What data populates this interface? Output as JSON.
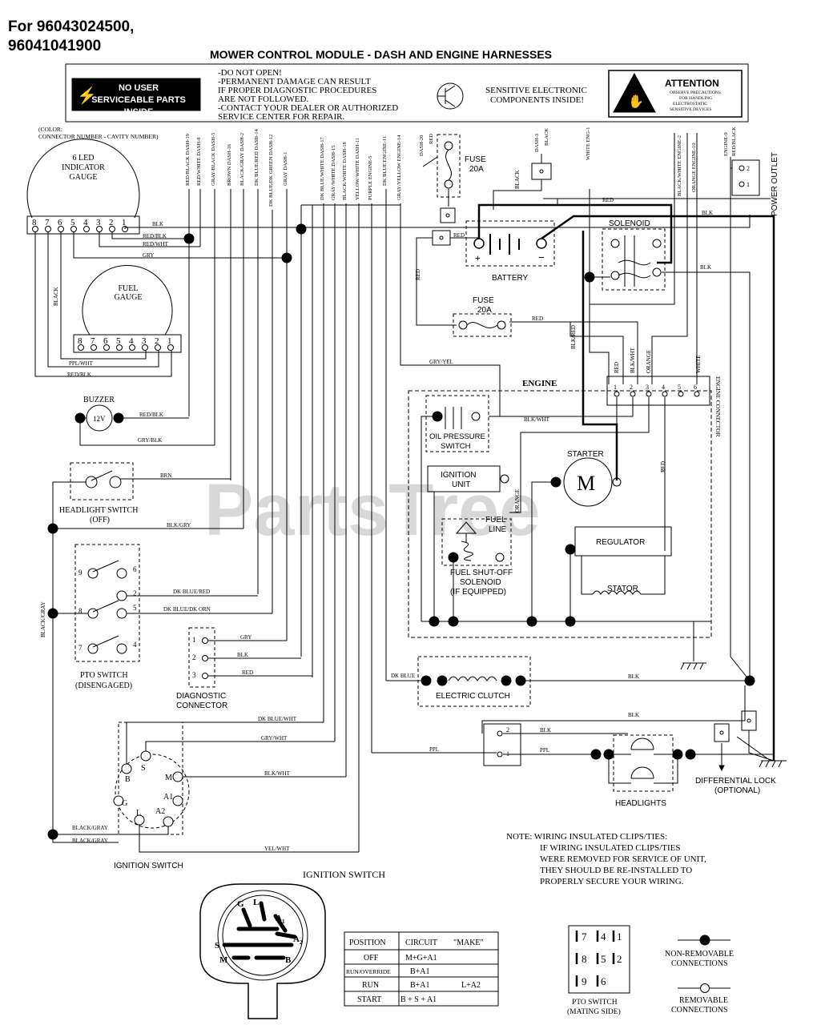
{
  "header": {
    "part_line1": "For 96043024500,",
    "part_line2": "96041041900",
    "title": "MOWER CONTROL MODULE - DASH AND ENGINE HARNESSES"
  },
  "warning_box": {
    "badge": "NO USER SERVICEABLE PARTS INSIDE",
    "text": [
      "-DO NOT OPEN!",
      "-PERMANENT DAMAGE CAN RESULT",
      " IF PROPER DIAGNOSTIC PROCEDURES",
      " ARE NOT FOLLOWED.",
      "-CONTACT YOUR DEALER OR AUTHORIZED",
      " SERVICE CENTER FOR REPAIR."
    ],
    "sensitive": [
      "SENSITIVE ELECTRONIC",
      "COMPONENTS INSIDE!"
    ],
    "attention_title": "ATTENTION",
    "attention_text": [
      "OBSERVE PRECAUTIONS",
      "FOR HANDLING",
      "ELECTROSTATIC",
      "SENSITIVE DEVICES"
    ]
  },
  "color_legend": [
    "(COLOR:",
    "CONNECTOR NUMBER - CAVITY NUMBER)"
  ],
  "harness_labels": [
    "RED/BLACK DASH-19",
    "RED/WHITE DASH-8",
    "GRAY/BLACK DASH-5",
    "BROWN DASH-16",
    "BLACK/GRAY DASH-2",
    "DK BLUE/RED DASH-14",
    "DK BLUE/DK GREEN DASH-12",
    "GRAY DASH-1",
    "DK BLUE/WHITE DASH-17",
    "GRAY/WHITE DASH-15",
    "BLACK/WHITE DASH-18",
    "YELLOW/WHITE DASH-11",
    "PURPLE ENGINE-5",
    "DK BLUE ENGINE-11",
    "GRAY/YELLOW ENGINE-14",
    "DASH-20",
    "RED",
    "DASH-3",
    "BLACK",
    "WHITE ENG-1",
    "BLACK/WHITE ENGINE-2",
    "ORANGE ENGINE-10",
    "ENGINE-9",
    "RED/BLACK"
  ],
  "components": {
    "led_gauge": "6 LED INDICATOR GAUGE",
    "fuel_gauge": "FUEL GAUGE",
    "buzzer": "BUZZER",
    "buzzer_v": "12V",
    "headlight_switch": "HEADLIGHT SWITCH",
    "headlight_state": "(OFF)",
    "pto_switch": "PTO SWITCH",
    "pto_state": "(DISENGAGED)",
    "diag_connector": "DIAGNOSTIC CONNECTOR",
    "ignition_switch": "IGNITION SWITCH",
    "fuse1": "FUSE",
    "fuse1_rating": "20A",
    "fuse2": "FUSE",
    "fuse2_rating": "20A",
    "battery": "BATTERY",
    "solenoid": "SOLENOID",
    "engine": "ENGINE",
    "engine_connector": "ENGINE CONNECTOR",
    "oil_pressure": "OIL PRESSURE SWITCH",
    "ignition_unit": "IGNITION UNIT",
    "starter": "STARTER",
    "starter_symbol": "M",
    "fuel_line": "FUEL LINE",
    "regulator": "REGULATOR",
    "stator": "STATOR",
    "fuel_shutoff": [
      "FUEL SHUT-OFF",
      "SOLENOID",
      "(IF EQUIPPED)"
    ],
    "electric_clutch": "ELECTRIC CLUTCH",
    "headlights": "HEADLIGHTS",
    "diff_lock": [
      "DIFFERENTIAL LOCK",
      "(OPTIONAL)"
    ],
    "power_outlet": "POWER OUTLET"
  },
  "wire_labels": {
    "blk": "BLK",
    "red_blk": "RED/BLK",
    "red_wht": "RED/WHT",
    "gry": "GRY",
    "ppl_wht": "PPL/WHT",
    "black": "BLACK",
    "brn": "BRN",
    "blk_gry": "BLK/GRY",
    "dk_blue_red": "DK BLUE/RED",
    "dk_blue_dk_orn": "DK BLUE/DK ORN",
    "black_gray": "BLACK/GRAY",
    "red": "RED",
    "dk_blue_wht": "DK BLUE/WHT",
    "gry_wht": "GRY/WHT",
    "blk_wht": "BLK/WHT",
    "yel_wht": "YEL/WHT",
    "gry_yel": "GRY/YEL",
    "dk_blue": "DK BLUE",
    "ppl": "PPL",
    "orange": "ORANGE",
    "white": "WHITE",
    "blk_red": "BLK/RED",
    "gry_blk": "GRY/BLK"
  },
  "pin_numbers": [
    "8",
    "7",
    "6",
    "5",
    "4",
    "3",
    "2",
    "1"
  ],
  "pto_pins": [
    "9",
    "6",
    "2",
    "8",
    "5",
    "7",
    "4"
  ],
  "ignition_terminals": [
    "S",
    "B",
    "M",
    "G",
    "A1",
    "L",
    "A2"
  ],
  "note": [
    "NOTE: WIRING INSULATED CLIPS/TIES:",
    "IF WIRING INSULATED CLIPS/TIES",
    "WERE REMOVED FOR SERVICE OF UNIT,",
    "THEY SHOULD BE RE-INSTALLED TO",
    "PROPERLY SECURE YOUR WIRING."
  ],
  "ignition_table": {
    "title": "IGNITION SWITCH",
    "headers": [
      "POSITION",
      "CIRCUIT",
      "\"MAKE\""
    ],
    "rows": [
      [
        "OFF",
        "M+G+A1",
        ""
      ],
      [
        "RUN/OVERRIDE",
        "B+A1",
        ""
      ],
      [
        "RUN",
        "B+A1",
        "L+A2"
      ],
      [
        "START",
        "B + S + A1",
        ""
      ]
    ]
  },
  "pto_mating": {
    "pins": [
      "7",
      "4",
      "1",
      "8",
      "5",
      "2",
      "9",
      "6"
    ],
    "label": [
      "PTO SWITCH",
      "(MATING SIDE)"
    ]
  },
  "legend": {
    "non_removable": [
      "NON-REMOVABLE",
      "CONNECTIONS"
    ],
    "removable": [
      "REMOVABLE",
      "CONNECTIONS"
    ]
  },
  "watermark": "PartsTree"
}
